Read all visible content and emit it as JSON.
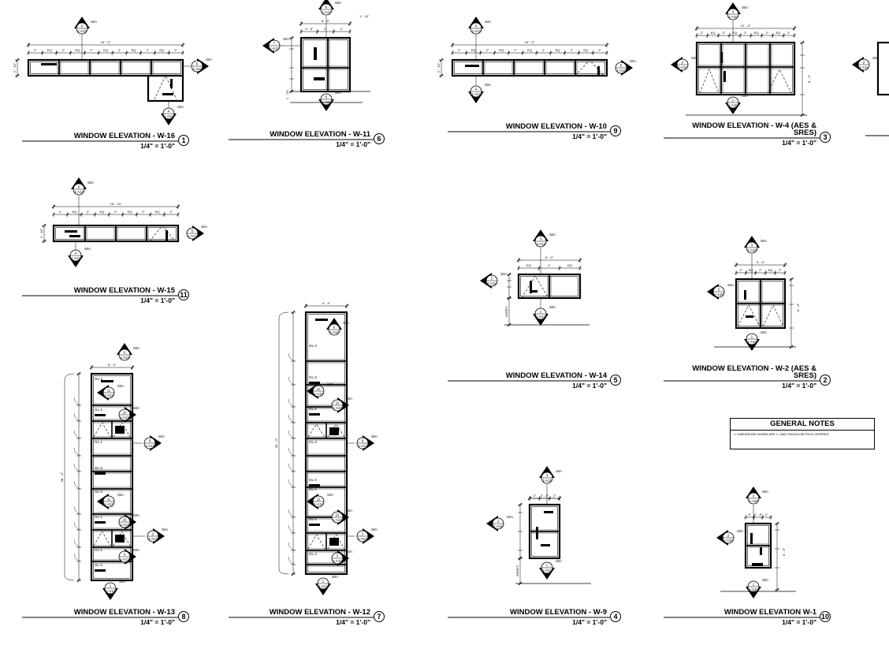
{
  "views": [
    {
      "id": "w16",
      "title": "WINDOW ELEVATION - W-16",
      "scale": "1/4\" = 1'-0\"",
      "number": "1",
      "dims": {
        "overall": "20' - 0\"",
        "left": "2' - 10\"",
        "bays": [
          "2\"",
          "EQ",
          "2\"",
          "EQ",
          "2\"",
          "EQ",
          "2\"",
          "EQ",
          "2\"",
          "EQ",
          "2\""
        ]
      },
      "tags": [
        {
          "n": "6",
          "r": "1-A13"
        },
        {
          "n": "5",
          "r": "1-A12"
        },
        {
          "n": "4",
          "r": "1-A12"
        }
      ]
    },
    {
      "id": "w11",
      "title": "WINDOW ELEVATION - W-11",
      "scale": "1/4\" = 1'-0\"",
      "number": "6",
      "dims": {
        "overall": "6' - 0\"",
        "top": "1' - 10\"",
        "left": "1' - 10\"",
        "bays": [
          "3' - 8\"",
          "2\"",
          "2\""
        ]
      },
      "tags": [
        {
          "n": "6",
          "r": "1-A13"
        },
        {
          "n": "7",
          "r": "1-A12"
        },
        {
          "n": "6",
          "r": "1-A13"
        }
      ]
    },
    {
      "id": "w10",
      "title": "WINDOW ELEVATION - W-10",
      "scale": "1/4\" = 1'-0\"",
      "number": "9",
      "dims": {
        "overall": "20' - 0\"",
        "left": "2' - 10\"",
        "bays": [
          "2\"",
          "EQ",
          "2\"",
          "EQ",
          "2\"",
          "EQ",
          "2\"",
          "EQ",
          "2\"",
          "EQ",
          "2\""
        ]
      },
      "tags": [
        {
          "n": "6",
          "r": "1-A13"
        },
        {
          "n": "5",
          "r": "1-A12"
        },
        {
          "n": "4",
          "r": "1-A12"
        }
      ]
    },
    {
      "id": "w4",
      "title": "WINDOW ELEVATION - W-4 (AES &",
      "title2": "SRES)",
      "scale": "1/4\" = 1'-0\"",
      "number": "3",
      "dims": {
        "overall": "12' - 0\"",
        "right": "8' - 0\"",
        "bays": [
          "2\"",
          "EQ",
          "2\"",
          "EQ",
          "2\"",
          "EQ",
          "2\"",
          "EQ",
          "2\""
        ]
      },
      "tags": [
        {
          "n": "3",
          "r": "1-A10"
        },
        {
          "n": "2",
          "r": "1-A10"
        },
        {
          "n": "1",
          "r": "1-A10"
        }
      ]
    },
    {
      "id": "w15",
      "title": "WINDOW ELEVATION - W-15",
      "scale": "1/4\" = 1'-0\"",
      "number": "11",
      "dims": {
        "overall": "15' - 10\"",
        "left": "2' - 10\"",
        "bays": [
          "2\"",
          "EQ",
          "2\"",
          "EQ",
          "2\"",
          "EQ",
          "2\"",
          "EQ",
          "2\""
        ]
      },
      "tags": [
        {
          "n": "6",
          "r": "1-A13"
        },
        {
          "n": "5",
          "r": "1-A12"
        },
        {
          "n": "4",
          "r": "1-A12"
        }
      ]
    },
    {
      "id": "w14",
      "title": "WINDOW ELEVATION - W-14",
      "scale": "1/4\" = 1'-0\"",
      "number": "5",
      "dims": {
        "overall": "6' - 0\"",
        "left": "VERIFY",
        "bays": [
          "EQ",
          "2\"",
          "EQ"
        ]
      },
      "tags": [
        {
          "n": "3",
          "r": "1-A12"
        },
        {
          "n": "2",
          "r": "1-A12"
        },
        {
          "n": "1",
          "r": "1-A12"
        }
      ]
    },
    {
      "id": "w2",
      "title": "WINDOW ELEVATION - W-2 (AES &",
      "title2": "SRES)",
      "scale": "1/4\" = 1'-0\"",
      "number": "2",
      "dims": {
        "overall": "5' - 0\"",
        "right": "8' - 0\"",
        "bays": [
          "2\"",
          "EQ",
          "2\"",
          "EQ",
          "2\""
        ]
      },
      "tags": [
        {
          "n": "3",
          "r": "1-A10"
        },
        {
          "n": "2",
          "r": "1-A10"
        },
        {
          "n": "1",
          "r": "1-A10"
        }
      ]
    },
    {
      "id": "w13",
      "title": "WINDOW ELEVATION - W-13",
      "scale": "1/4\" = 1'-0\"",
      "number": "8",
      "dims": {
        "overall": "5' - 4\"",
        "left": "28' - 0\""
      },
      "tags": [
        {
          "n": "6",
          "r": "1-A13"
        },
        {
          "n": "11",
          "r": "1-A13"
        },
        {
          "n": "10",
          "r": "1-A13"
        },
        {
          "n": "9",
          "r": "1-A13"
        },
        {
          "n": "2",
          "r": "1-A12"
        },
        {
          "n": "3",
          "r": "1-A13"
        },
        {
          "n": "1",
          "r": "1-A13"
        }
      ],
      "glass": [
        "GL-2",
        "GL-1",
        "GL-1",
        "GL-2",
        "GL-2",
        "GL-1",
        "GL-1",
        "GL-2"
      ]
    },
    {
      "id": "w12",
      "title": "WINDOW ELEVATION - W-12",
      "scale": "1/4\" = 1'-0\"",
      "number": "7",
      "dims": {
        "overall": "5' - 4\"",
        "left": "30' - 0\""
      },
      "tags": [
        {
          "n": "6",
          "r": "1-A13"
        },
        {
          "n": "11",
          "r": "1-A13"
        },
        {
          "n": "10",
          "r": "1-A13"
        },
        {
          "n": "9",
          "r": "1-A13"
        },
        {
          "n": "2",
          "r": "1-A12"
        },
        {
          "n": "3",
          "r": "1-A13"
        },
        {
          "n": "1",
          "r": "1-A13"
        }
      ],
      "glass": [
        "GL-2",
        "GL-2",
        "GL-1",
        "GL-1",
        "GL-2",
        "GL-2",
        "GL-1",
        "GL-1",
        "GL-2"
      ]
    },
    {
      "id": "w9",
      "title": "WINDOW ELEVATION - W-9",
      "scale": "1/4\" = 1'-0\"",
      "number": "4",
      "dims": {
        "overall": "3' - 8\"",
        "left": "VERIFY",
        "bays": [
          "2\"",
          "3' - 8\"",
          "2\""
        ]
      },
      "tags": [
        {
          "n": "3",
          "r": "1-A12"
        },
        {
          "n": "2",
          "r": "1-A12"
        },
        {
          "n": "1",
          "r": "1-A12"
        }
      ]
    },
    {
      "id": "w1",
      "title": "WINDOW ELEVATION W-1",
      "scale": "1/4\" = 1'-0\"",
      "number": "10",
      "dims": {
        "overall": "2' - 8\"",
        "right": "8' - 0\"",
        "bays": [
          "2\"",
          "2' - 8\"",
          "2\""
        ]
      },
      "tags": [
        {
          "n": "3",
          "r": "1-A10"
        },
        {
          "n": "2",
          "r": "1-A10"
        },
        {
          "n": "1",
          "r": "1-A10"
        }
      ]
    },
    {
      "id": "w3",
      "title": "",
      "scale": "",
      "number": "",
      "tags": [
        {
          "n": "2",
          "r": "1-A11"
        }
      ]
    }
  ],
  "sim_label": "Sim",
  "general_notes": {
    "title": "GENERAL NOTES",
    "items": [
      "1.   DIMENSIONS SHOWN ARE +/- AND SHOULD BE FIELD VERIFIED."
    ]
  }
}
